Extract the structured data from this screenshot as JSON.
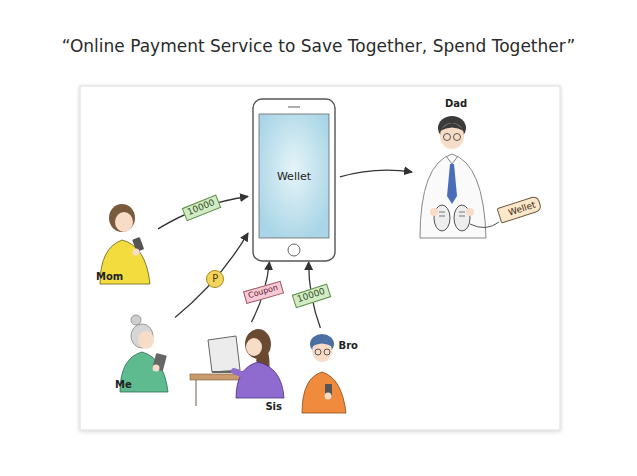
{
  "diagram": {
    "title": "“Online Payment Service to Save Together, Spend Together”",
    "nodes": [
      {
        "text": [
          "Wellet"
        ]
      },
      {
        "text": [
          "Dad"
        ]
      },
      {
        "text": [
          "Mom"
        ]
      },
      {
        "text": [
          "Me"
        ]
      },
      {
        "text": [
          "Sis"
        ]
      },
      {
        "text": [
          "Bro"
        ]
      }
    ],
    "edges": [
      {
        "from": 2,
        "to": 0,
        "arrow": "to",
        "label": "10000"
      },
      {
        "from": 3,
        "to": 0,
        "arrow": "to",
        "label": "P"
      },
      {
        "from": 4,
        "to": 0,
        "arrow": "to",
        "label": "Coupon"
      },
      {
        "from": 5,
        "to": 0,
        "arrow": "to",
        "label": "10000"
      },
      {
        "from": 0,
        "to": 1,
        "arrow": "to"
      }
    ],
    "labels": [
      "Wellet"
    ]
  }
}
